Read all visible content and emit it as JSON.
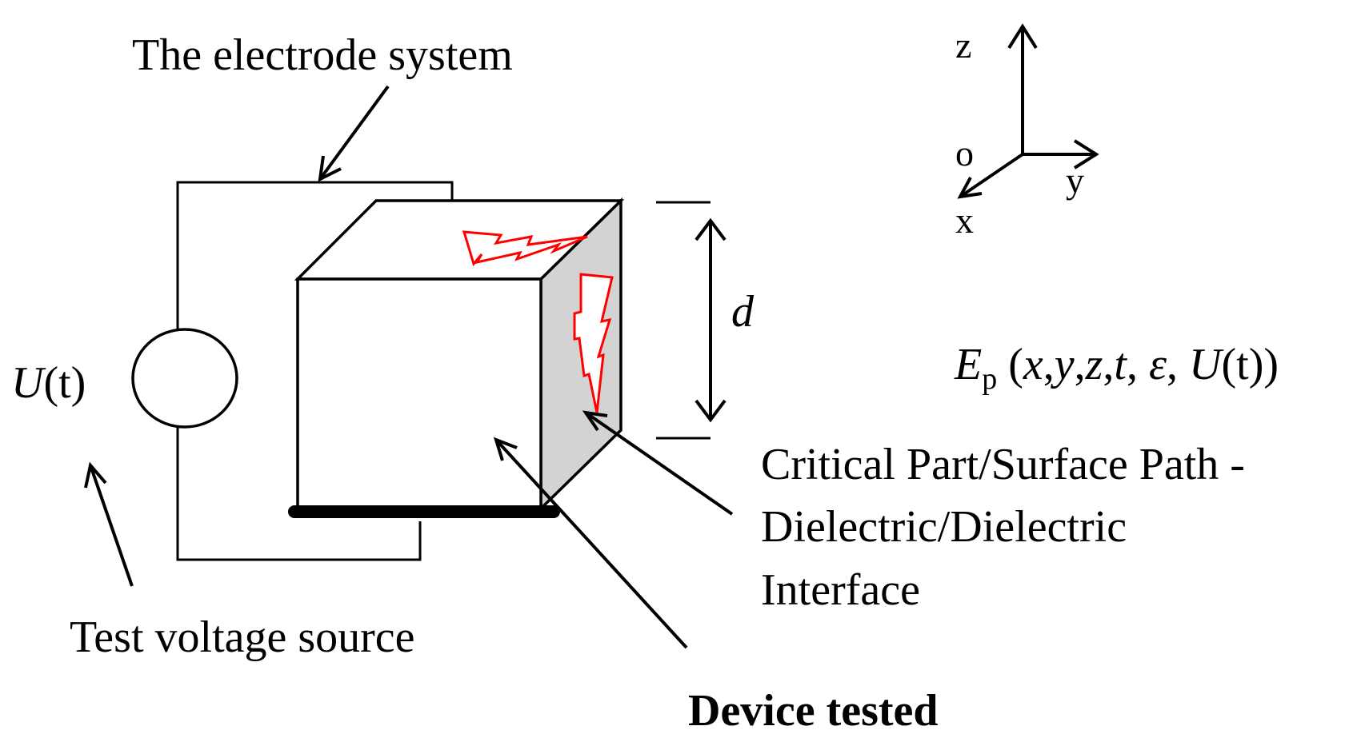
{
  "labels": {
    "electrode_system": "The electrode system",
    "voltage_symbol": "U",
    "voltage_arg": "(t)",
    "test_voltage_source": "Test voltage source",
    "device_tested": "Device tested",
    "critical_line1": "Critical Part/Surface Path -",
    "critical_line2": "Dielectric/Dielectric",
    "critical_line3": "Interface",
    "thickness_symbol": "d"
  },
  "formula": {
    "symbol": "E",
    "subscript": "p",
    "open": " (",
    "x": "x",
    "c1": ",",
    "y": "y",
    "c2": ",",
    "z": "z",
    "c3": ",",
    "t": "t",
    "c4": ",  ",
    "eps": "ε",
    "c5": ", ",
    "u": "U",
    "tail": "(t))"
  },
  "axes": {
    "z": "z",
    "y": "y",
    "x": "x",
    "origin": "o"
  },
  "colors": {
    "line": "#000000",
    "spark": "#ff0000",
    "side_face": "#d3d3d3",
    "background": "#ffffff"
  }
}
